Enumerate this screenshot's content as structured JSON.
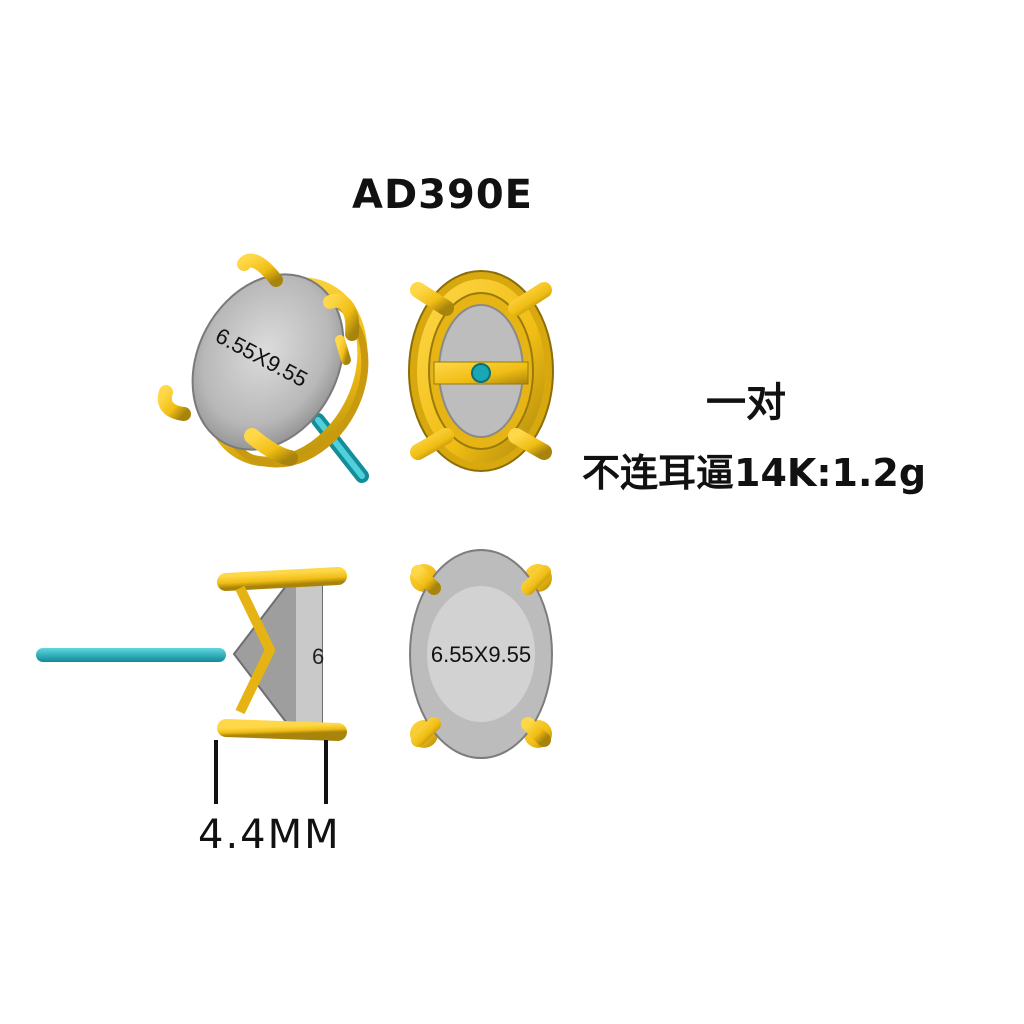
{
  "title": {
    "model_code": "AD390E"
  },
  "notes": {
    "pair": "一对",
    "spec": "不连耳逼14K:1.2g"
  },
  "views": {
    "perspective": {
      "stone_label": "6.55X9.55",
      "icon": "earring-perspective-icon"
    },
    "top": {
      "icon": "earring-top-view-icon"
    },
    "side": {
      "icon": "earring-side-view-icon",
      "stone_partial_label": "6",
      "height_label": "4.4MM"
    },
    "front": {
      "stone_label": "6.55X9.55",
      "icon": "earring-front-view-icon"
    }
  },
  "colors": {
    "gold": "#f2c21a",
    "gold_dark": "#b08a10",
    "stone": "#bdbdbd",
    "stone_light": "#d9d9d9",
    "post": "#1aa6b4"
  }
}
